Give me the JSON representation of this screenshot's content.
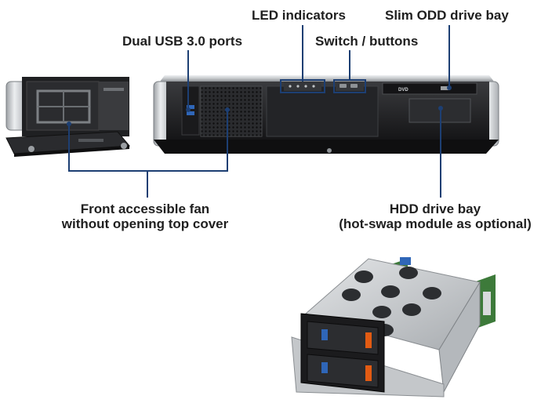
{
  "callouts": {
    "led_indicators": "LED indicators",
    "slim_odd": "Slim ODD drive bay",
    "dual_usb": "Dual USB 3.0 ports",
    "switch_buttons": "Switch / buttons",
    "front_fan_line1": "Front accessible fan",
    "front_fan_line2": "without opening top cover",
    "hdd_bay_line1": "HDD drive bay",
    "hdd_bay_line2": "(hot-swap module as optional)"
  },
  "odd_tray_text": "DVD",
  "colors": {
    "callout_line": "#1d3f73",
    "chassis_black": "#1c1c1e",
    "chassis_silver": "#c9cbcd",
    "usb_blue": "#2f66b8",
    "drive_orange": "#e25b12",
    "pcb_green": "#3d7a3a"
  }
}
